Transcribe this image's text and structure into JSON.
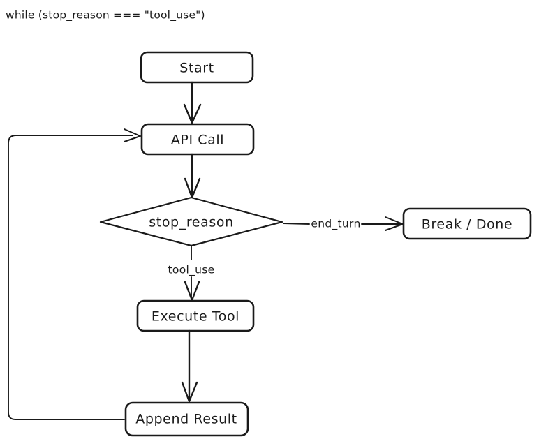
{
  "diagram": {
    "title": "while (stop_reason === \"tool_use\")",
    "type": "flowchart",
    "background_color": "#ffffff",
    "stroke_color": "#1a1a1a",
    "nodes": [
      {
        "id": "start",
        "label": "Start",
        "shape": "rounded-rect"
      },
      {
        "id": "api",
        "label": "API Call",
        "shape": "rounded-rect"
      },
      {
        "id": "decide",
        "label": "stop_reason",
        "shape": "diamond"
      },
      {
        "id": "break",
        "label": "Break / Done",
        "shape": "rounded-rect"
      },
      {
        "id": "execute",
        "label": "Execute Tool",
        "shape": "rounded-rect"
      },
      {
        "id": "append",
        "label": "Append Result",
        "shape": "rounded-rect"
      }
    ],
    "edges": [
      {
        "id": "e1",
        "from": "start",
        "to": "api",
        "label": ""
      },
      {
        "id": "e2",
        "from": "api",
        "to": "decide",
        "label": ""
      },
      {
        "id": "e3",
        "from": "decide",
        "to": "break",
        "label": "end_turn"
      },
      {
        "id": "e4",
        "from": "decide",
        "to": "execute",
        "label": "tool_use"
      },
      {
        "id": "e5",
        "from": "execute",
        "to": "append",
        "label": ""
      },
      {
        "id": "e6",
        "from": "append",
        "to": "api",
        "label": ""
      }
    ]
  }
}
